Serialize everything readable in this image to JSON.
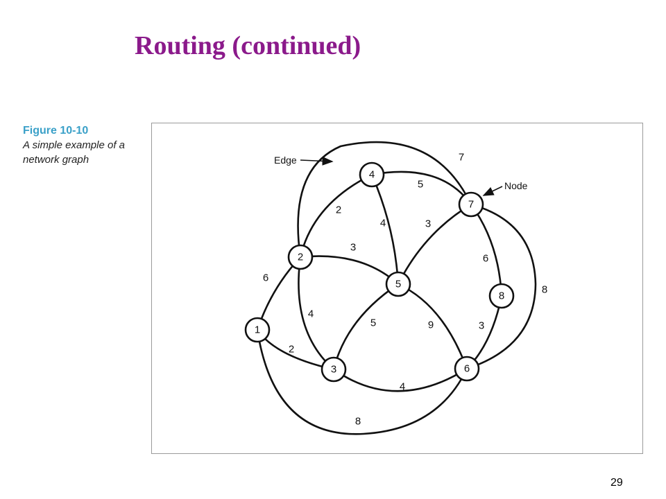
{
  "slide": {
    "title": "Routing (continued)",
    "page_number": "29"
  },
  "figure": {
    "number": "Figure 10-10",
    "caption": "A simple example of a network graph"
  },
  "graph": {
    "nodes": [
      "1",
      "2",
      "3",
      "4",
      "5",
      "6",
      "7",
      "8"
    ],
    "edges": [
      {
        "from": "1",
        "to": "2",
        "weight": "6"
      },
      {
        "from": "1",
        "to": "3",
        "weight": "2"
      },
      {
        "from": "1",
        "to": "6",
        "weight": "8"
      },
      {
        "from": "2",
        "to": "4",
        "weight": "2"
      },
      {
        "from": "2",
        "to": "5",
        "weight": "3"
      },
      {
        "from": "2",
        "to": "3",
        "weight": "4"
      },
      {
        "from": "2",
        "to": "7",
        "weight": "7"
      },
      {
        "from": "4",
        "to": "7",
        "weight": "5"
      },
      {
        "from": "4",
        "to": "5",
        "weight": "4"
      },
      {
        "from": "5",
        "to": "7",
        "weight": "3"
      },
      {
        "from": "5",
        "to": "3",
        "weight": "5"
      },
      {
        "from": "5",
        "to": "6",
        "weight": "9"
      },
      {
        "from": "3",
        "to": "6",
        "weight": "4"
      },
      {
        "from": "7",
        "to": "8",
        "weight": "6"
      },
      {
        "from": "8",
        "to": "6",
        "weight": "3"
      },
      {
        "from": "7",
        "to": "6",
        "weight": "8"
      }
    ],
    "annotations": {
      "edge_label": "Edge",
      "node_label": "Node"
    }
  }
}
